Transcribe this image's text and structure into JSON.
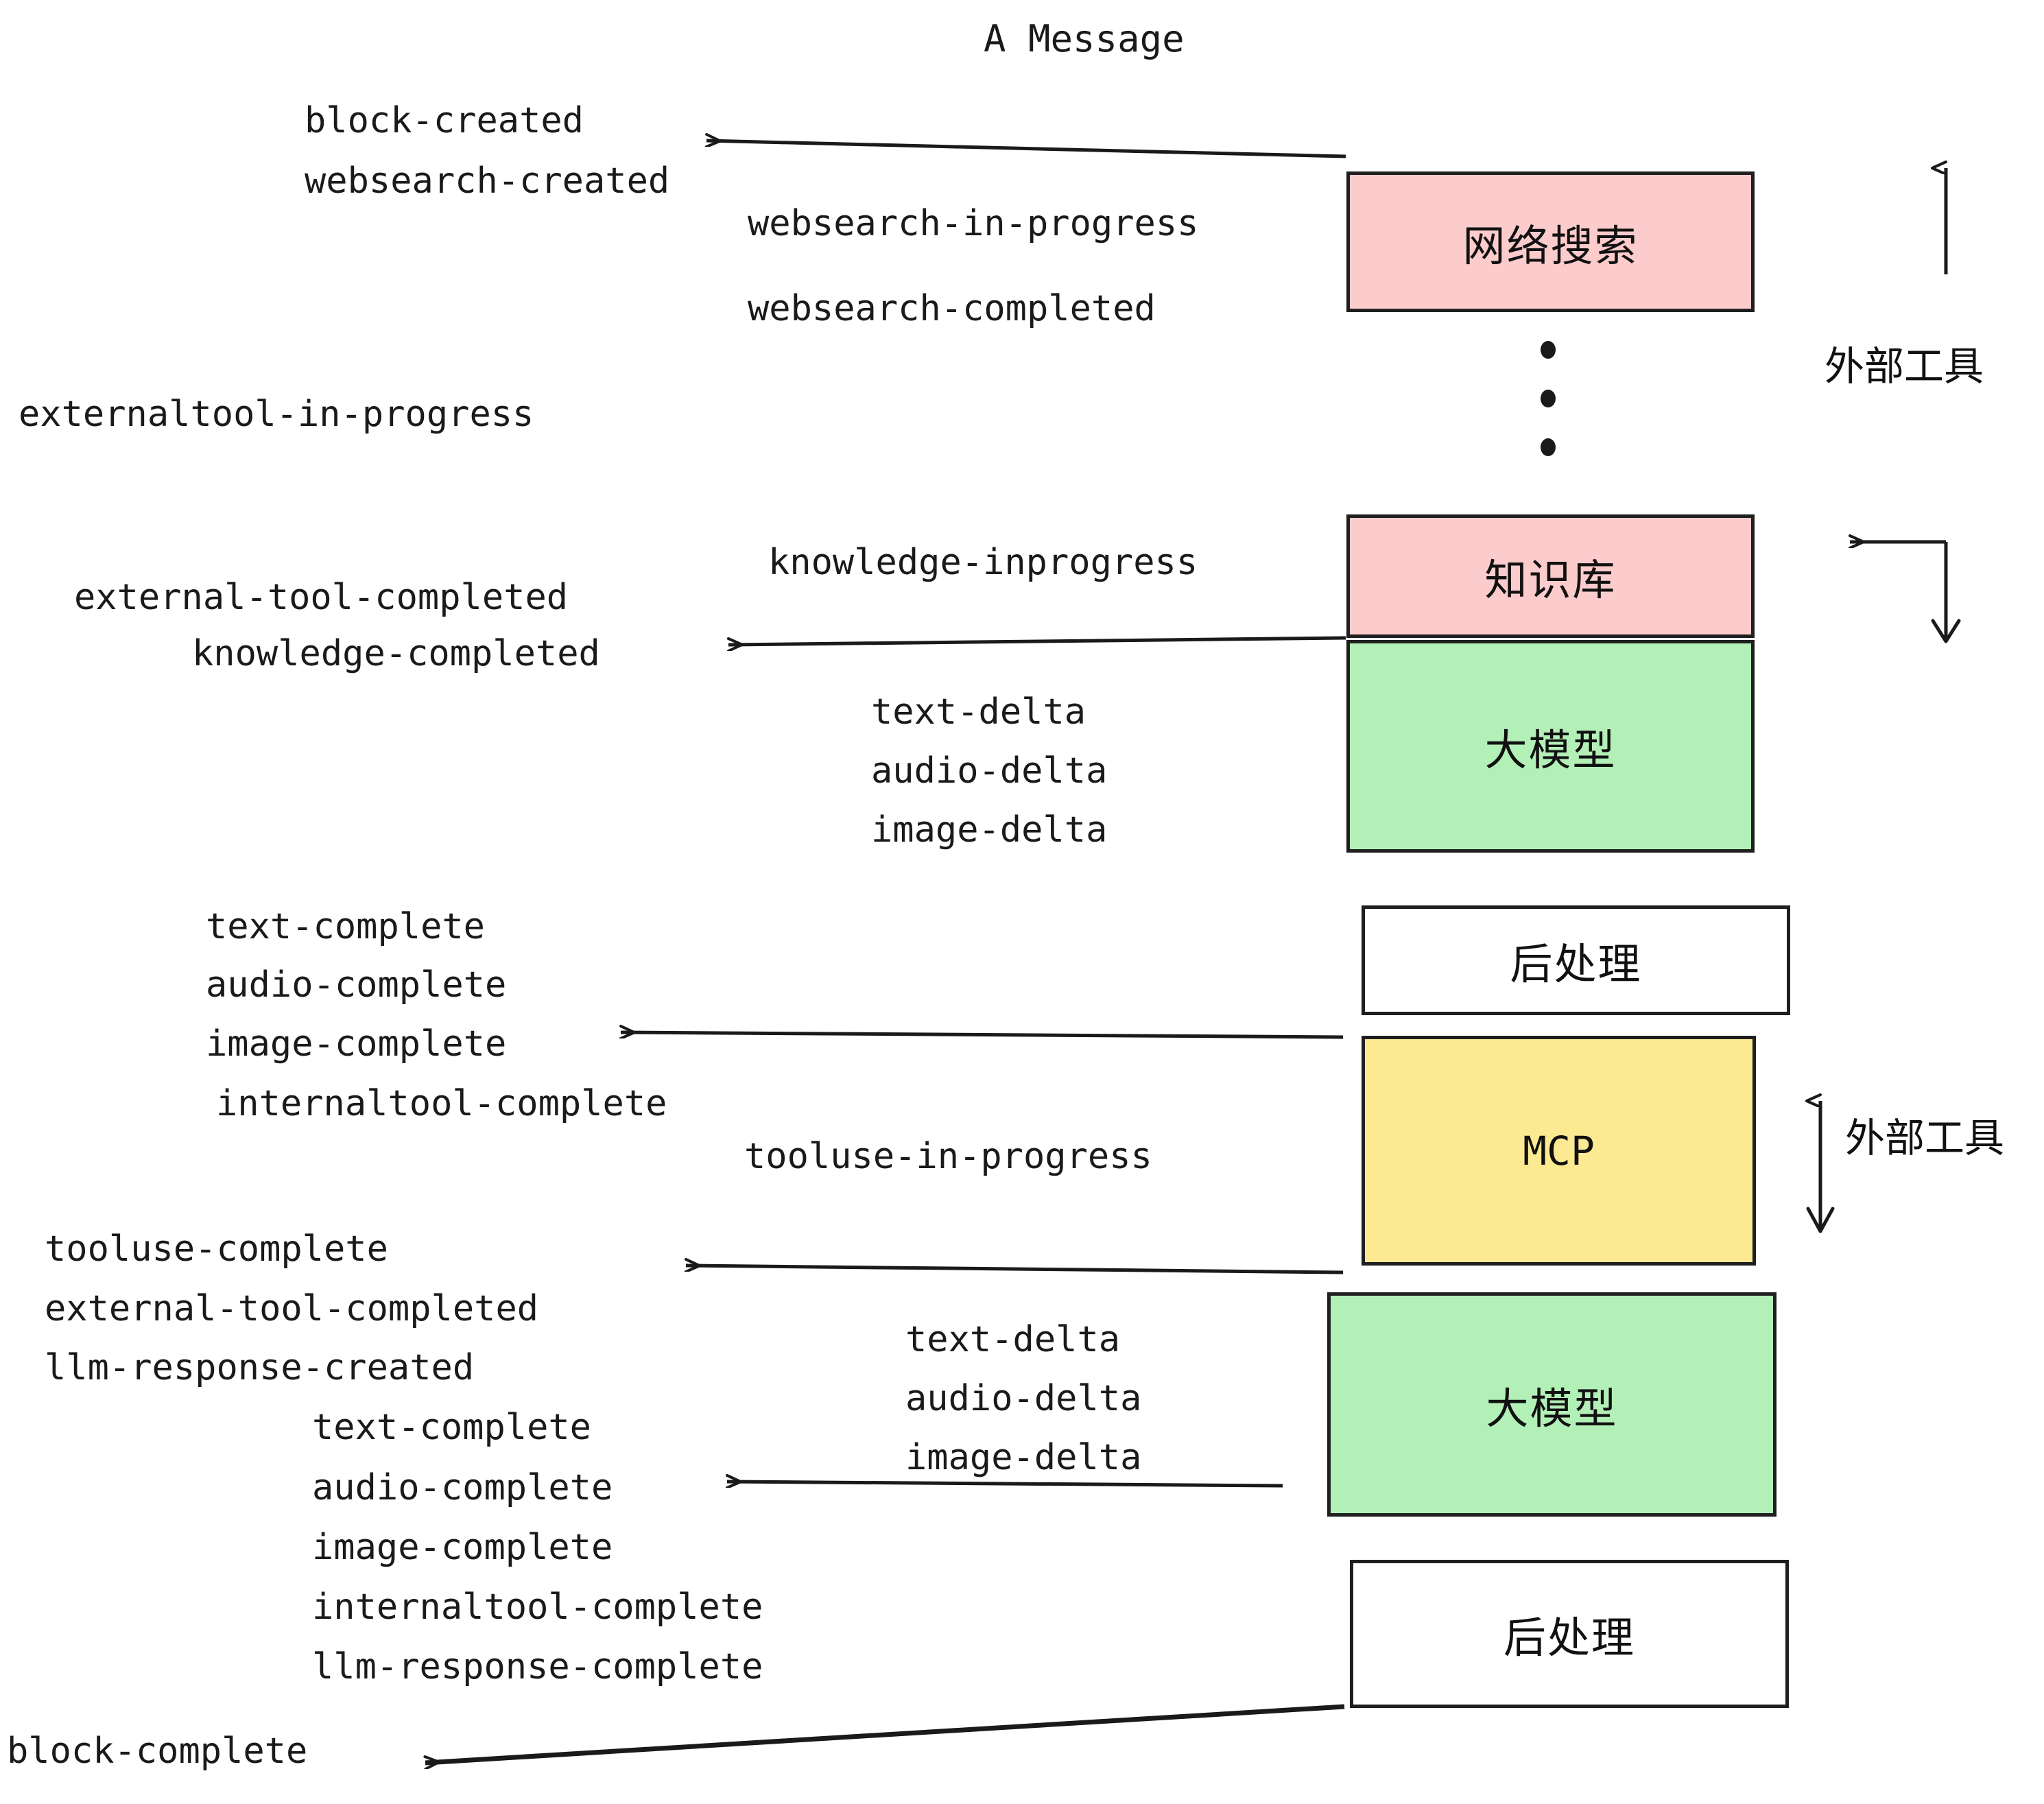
{
  "title": "A Message",
  "colors": {
    "pink": "#FCCBCB",
    "green": "#B3F0B8",
    "yellow": "#FCEA93",
    "white": "#FFFFFF",
    "stroke": "#1F1F1F",
    "text": "#1A1A1A",
    "background": "#FFFFFF"
  },
  "boxes": {
    "websearch": "网络搜索",
    "knowledge": "知识库",
    "llm_top": "大模型",
    "postprocess_top": "后处理",
    "mcp": "MCP",
    "llm_bottom": "大模型",
    "postprocess_bottom": "后处理"
  },
  "side_labels": {
    "external_tool_top": "外部工具",
    "external_tool_bottom": "外部工具"
  },
  "events": {
    "block_created": "block-created",
    "websearch_created": "websearch-created",
    "websearch_in_progress": "websearch-in-progress",
    "websearch_completed": "websearch-completed",
    "externaltool_in_progress": "externaltool-in-progress",
    "knowledge_inprogress": "knowledge-inprogress",
    "external_tool_completed_1": "external-tool-completed",
    "knowledge_completed": "knowledge-completed",
    "text_delta_1": "text-delta",
    "audio_delta_1": "audio-delta",
    "image_delta_1": "image-delta",
    "text_complete_1": "text-complete",
    "audio_complete_1": "audio-complete",
    "image_complete_1": "image-complete",
    "internaltool_complete_1": "internaltool-complete",
    "tooluse_in_progress": "tooluse-in-progress",
    "tooluse_complete": "tooluse-complete",
    "external_tool_completed_2": "external-tool-completed",
    "llm_response_created": "llm-response-created",
    "text_delta_2": "text-delta",
    "audio_delta_2": "audio-delta",
    "image_delta_2": "image-delta",
    "text_complete_2": "text-complete",
    "audio_complete_2": "audio-complete",
    "image_complete_2": "image-complete",
    "internaltool_complete_2": "internaltool-complete",
    "llm_response_complete": "llm-response-complete",
    "block_complete": "block-complete"
  }
}
